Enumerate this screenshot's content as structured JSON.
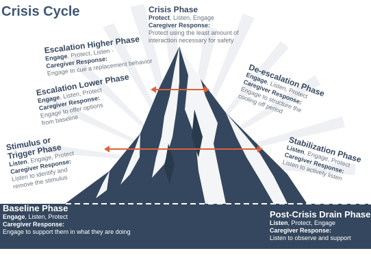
{
  "title": "Crisis Cycle",
  "phases": {
    "crisis": {
      "name": "Crisis Phase",
      "kw": "Protect",
      "rest": ", Listen, Engage",
      "resp_label": "Caregiver Response:",
      "resp_1": "Protect using the least amount of",
      "resp_2": "interaction necessary for safety"
    },
    "escalation_higher": {
      "name": "Escalation Higher Phase",
      "kw": "Engage",
      "rest": ", Protect, Listen -",
      "resp_label": "Caregiver Response:",
      "resp_1": "Engage to cue a replacement behavior"
    },
    "escalation_lower": {
      "name": "Escalation Lower Phase",
      "kw": "Engage",
      "rest": ", Listen, Protect",
      "resp_label": "Caregiver Response:",
      "resp_1": "Engage to offer options",
      "resp_2": "from baseline"
    },
    "stimulus": {
      "name_1": "Stimulus or",
      "name_2": "Trigger Phase",
      "kw": "Listen",
      "rest": ", Engage, Protect",
      "resp_label": "Caregiver Response:",
      "resp_1": "Listen to identify and",
      "resp_2": "remove the stimulus"
    },
    "baseline": {
      "name": "Baseline Phase",
      "kw": "Engage",
      "rest": ", Listen, Protect",
      "resp_label": "Caregiver Response:",
      "resp_1": "Engage to support them in what they are doing"
    },
    "de_escalation": {
      "name": "De-escalation Phase",
      "kw": "Engage",
      "rest": ", Listen, Protect",
      "resp_label": "Caregiver Response:",
      "resp_1": "Engage to structure the",
      "resp_2": "cooling off period"
    },
    "stabilization": {
      "name": "Stabilization Phase",
      "kw": "Listen",
      "rest": ", Engage, Protect",
      "resp_label": "Caregiver Response:",
      "resp_1": "Listen to actively listen"
    },
    "post_crisis": {
      "name": "Post-Crisis Drain Phase",
      "kw": "Listen",
      "rest": ", Protect, Engage",
      "resp_label": "Caregiver Response:",
      "resp_1": "Listen to observe and support"
    }
  },
  "colors": {
    "mountain": "#34475e",
    "title": "#3e5774",
    "arrow": "#e0603a",
    "band": "#34475e",
    "body_text": "#6b7480"
  }
}
